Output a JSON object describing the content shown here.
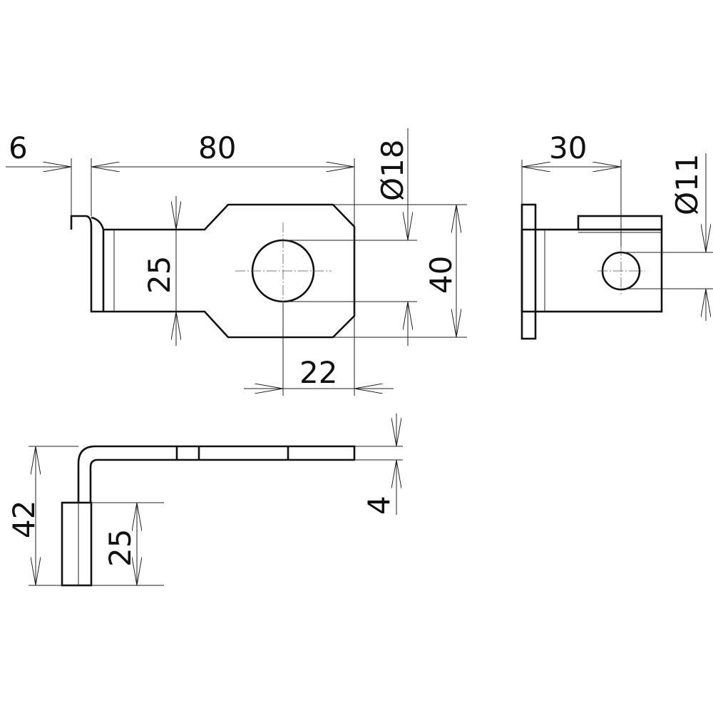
{
  "drawing": {
    "top_view": {
      "dims": {
        "flange": "6",
        "length": "80",
        "hole_diameter": "Ø18",
        "neck_width": "25",
        "width": "40",
        "hole_offset": "22"
      }
    },
    "side_view": {
      "dims": {
        "depth": "30",
        "hole_diameter": "Ø11"
      }
    },
    "front_view": {
      "dims": {
        "height": "42",
        "flange_height": "25",
        "thickness": "4"
      }
    }
  }
}
